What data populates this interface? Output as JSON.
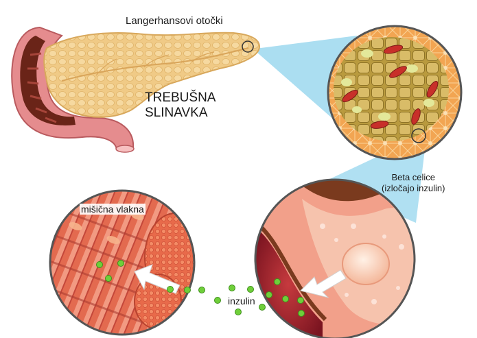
{
  "labels": {
    "islets": "Langerhansovi otočki",
    "pancreas_line1": "TREBUŠNA",
    "pancreas_line2": "SLINAVKA",
    "beta_line1": "Beta celice",
    "beta_line2": "(izločajo inzulin)",
    "muscle": "mišična vlakna",
    "insulin": "inzulin"
  },
  "colors": {
    "pancreas": "#f3cf8c",
    "duodenum_outer": "#e58c8e",
    "duodenum_inner": "#6a2418",
    "zoom_beam": "#8fd3ec",
    "islet_cells": "#d6b45a",
    "red_cells": "#c8302a",
    "muscle": "#e0664a",
    "vessel": "#b8313a",
    "insulin_dots": "#6fcf3a",
    "arrows": "#ffffff"
  },
  "icons": [
    "insulin-particle",
    "white-arrow",
    "zoom-circle"
  ]
}
